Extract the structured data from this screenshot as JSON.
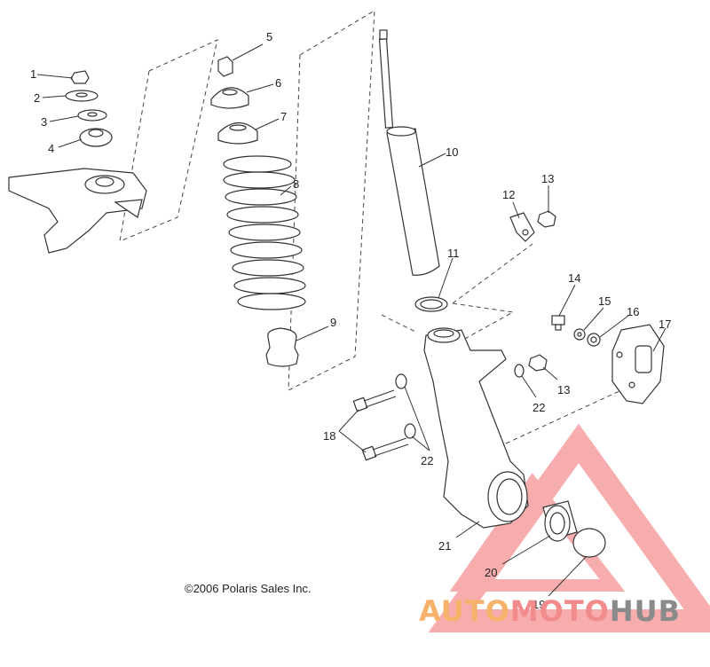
{
  "copyright": "©2006 Polaris Sales Inc.",
  "watermark": {
    "part1": "AUTO",
    "part2": "MOTO",
    "part3": "HUB",
    "color1": "#f6b26b",
    "color2": "#f28b8b",
    "color3": "#8a8a8a",
    "triangle_color": "#f26b6b"
  },
  "callouts": [
    "1",
    "2",
    "3",
    "4",
    "5",
    "6",
    "7",
    "8",
    "9",
    "10",
    "11",
    "12",
    "13",
    "13",
    "14",
    "15",
    "16",
    "17",
    "18",
    "19",
    "20",
    "21",
    "22",
    "22"
  ]
}
